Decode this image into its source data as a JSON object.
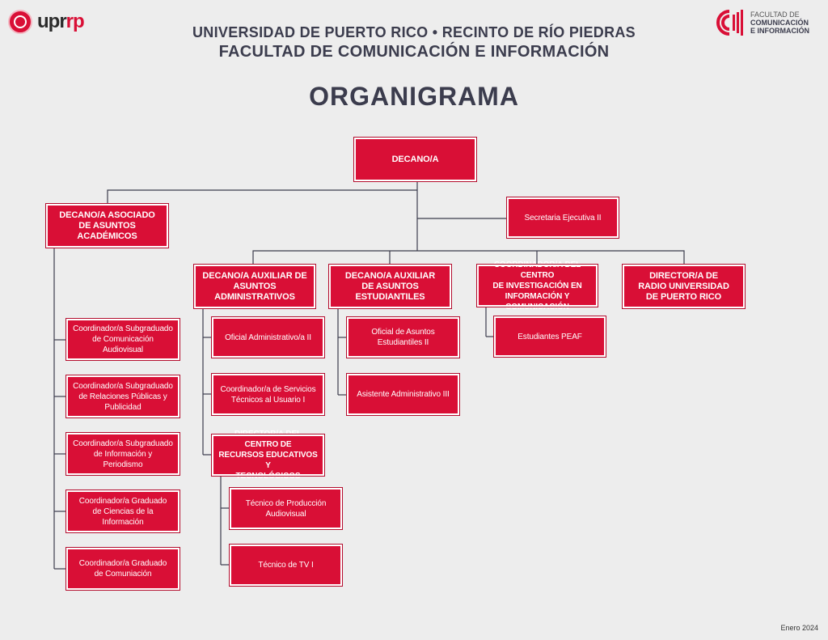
{
  "header": {
    "line1": "UNIVERSIDAD DE PUERTO RICO • RECINTO DE RÍO PIEDRAS",
    "line2": "FACULTAD DE COMUNICACIÓN E INFORMACIÓN",
    "title": "ORGANIGRAMA"
  },
  "logo_left": {
    "text_a": "upr",
    "text_b": "rp"
  },
  "logo_right": {
    "line1": "FACULTAD DE",
    "line2": "COMUNICACIÓN",
    "line3": "E INFORMACIÓN"
  },
  "footer": {
    "date": "Enero 2024"
  },
  "colors": {
    "box": "#d90f36",
    "text_dark": "#3b3c4d",
    "line": "#3b3c4d",
    "background": "#ededed"
  },
  "nodes": {
    "decano": "DECANO/A",
    "secretaria": "Secretaria Ejecutiva II",
    "asociado": "DECANO/A ASOCIADO\nDE ASUNTOS ACADÉMICOS",
    "aux_admin": "DECANO/A AUXILIAR DE\nASUNTOS ADMINISTRATIVOS",
    "aux_est": "DECANO/A AUXILIAR\nDE ASUNTOS ESTUDIANTILES",
    "coord_cic": "COORDINADOR/A DEL CENTRO\nDE INVESTIGACIÓN EN\nINFORMACIÓN Y COMUNICACIÓN",
    "director_radio": "DIRECTOR/A  DE\nRADIO UNIVERSIDAD\nDE PUERTO RICO",
    "coord_audiovisual": "Coordinador/a Subgraduado\nde Comunicación Audiovisual",
    "coord_rrpp": "Coordinador/a Subgraduado\nde Relaciones Públicas y\nPublicidad",
    "coord_periodismo": "Coordinador/a Subgraduado\nde Información y Periodismo",
    "coord_ciencias": "Coordinador/a Graduado\nde Ciencias de la Información",
    "coord_comunicacion": "Coordinador/a Graduado\nde Comuniación",
    "oficial_admin": "Oficial Administrativo/a II",
    "coord_servicios": "Coordinador/a de Servicios\nTécnicos al Usuario I",
    "director_cret": "DIRECTOR/A DEL CENTRO DE\nRECURSOS EDUCATIVOS Y\nTECNOLÓGICOS",
    "tecnico_prod": "Técnico de Producción\nAudiovisual",
    "tecnico_tv": "Técnico de TV I",
    "oficial_est": "Oficial de Asuntos\nEstudiantiles II",
    "asistente_admin": "Asistente Administrativo III",
    "estudiantes_peaf": "Estudiantes PEAF"
  }
}
